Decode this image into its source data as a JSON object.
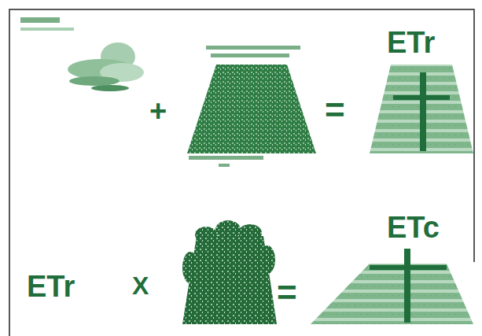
{
  "diagram": {
    "labels": [
      "+",
      "=",
      "ETr",
      "ETr",
      "X",
      "=",
      "ETc"
    ]
  }
}
